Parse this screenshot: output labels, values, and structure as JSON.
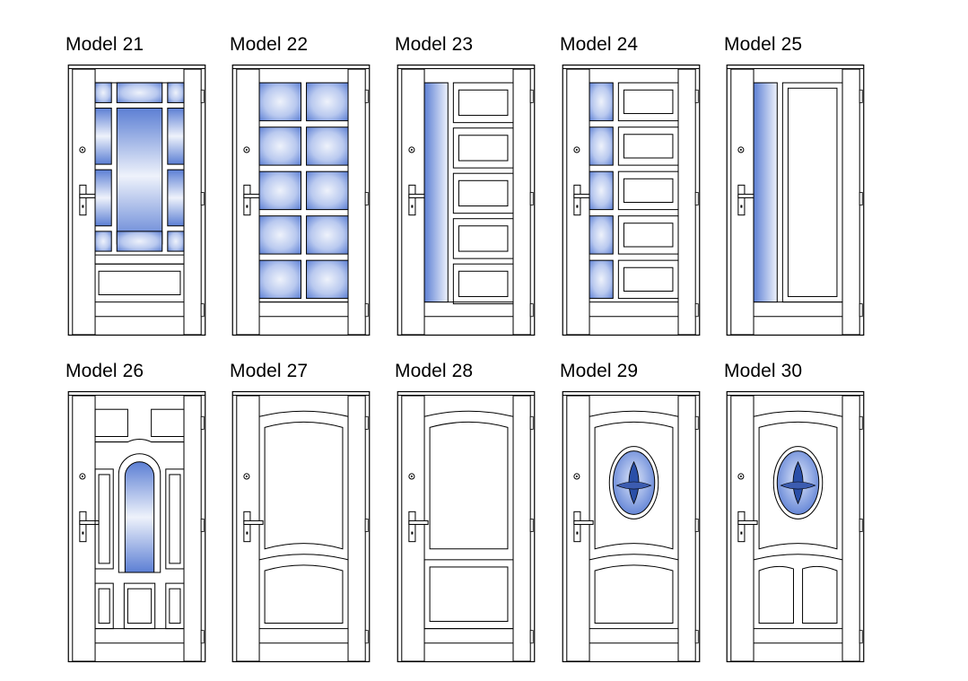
{
  "models": [
    {
      "label": "Model 21",
      "design": "d21"
    },
    {
      "label": "Model 22",
      "design": "d22"
    },
    {
      "label": "Model 23",
      "design": "d23"
    },
    {
      "label": "Model 24",
      "design": "d24"
    },
    {
      "label": "Model 25",
      "design": "d25"
    },
    {
      "label": "Model 26",
      "design": "d26"
    },
    {
      "label": "Model 27",
      "design": "d27"
    },
    {
      "label": "Model 28",
      "design": "d28"
    },
    {
      "label": "Model 29",
      "design": "d29"
    },
    {
      "label": "Model 30",
      "design": "d30"
    }
  ],
  "colors": {
    "glass_light": "#eef2fb",
    "glass_dark": "#5c7fd4",
    "line": "#000000",
    "stained": "#2a4fa8"
  }
}
